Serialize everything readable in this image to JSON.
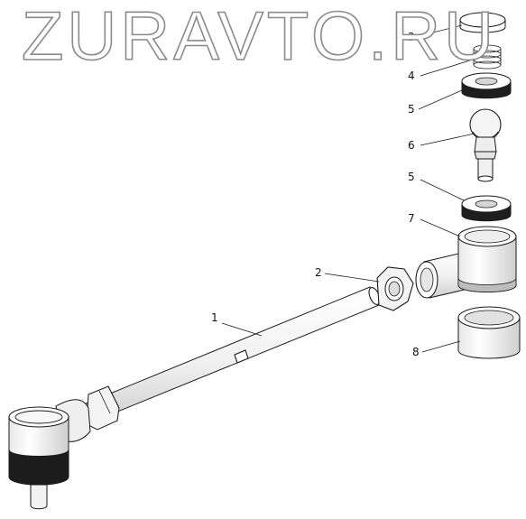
{
  "watermark": "ZURAVTO.RU",
  "callouts": {
    "c1": "1",
    "c2": "2",
    "c3": "3",
    "c4": "4",
    "c5a": "5",
    "c5b": "5",
    "c6": "6",
    "c7": "7",
    "c8": "8"
  }
}
